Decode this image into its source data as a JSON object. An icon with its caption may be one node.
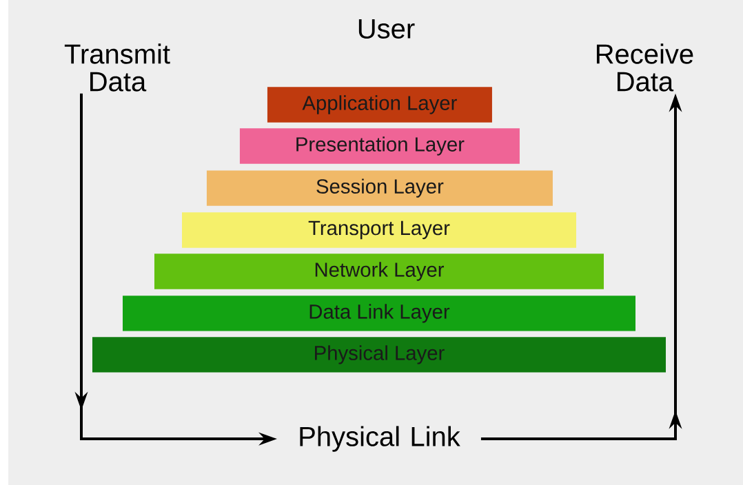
{
  "diagram": {
    "nodes": [
      {
        "text": [
          "Transmit Data"
        ]
      },
      {
        "text": [
          "Receive Data"
        ]
      },
      {
        "text": [
          "Application Layer"
        ]
      },
      {
        "text": [
          "Presentation Layer"
        ]
      },
      {
        "text": [
          "Session Layer"
        ]
      },
      {
        "text": [
          "Transport Layer"
        ]
      },
      {
        "text": [
          "Network Layer"
        ]
      },
      {
        "text": [
          "Data Link Layer"
        ]
      },
      {
        "text": [
          "Physical Layer"
        ]
      },
      {
        "text": [
          "Physical Link"
        ]
      }
    ],
    "edges": [
      {
        "from": 0,
        "to": 9,
        "arrow": "to"
      },
      {
        "from": 9,
        "to": 1,
        "arrow": "to"
      }
    ],
    "labels": [
      "User"
    ]
  }
}
